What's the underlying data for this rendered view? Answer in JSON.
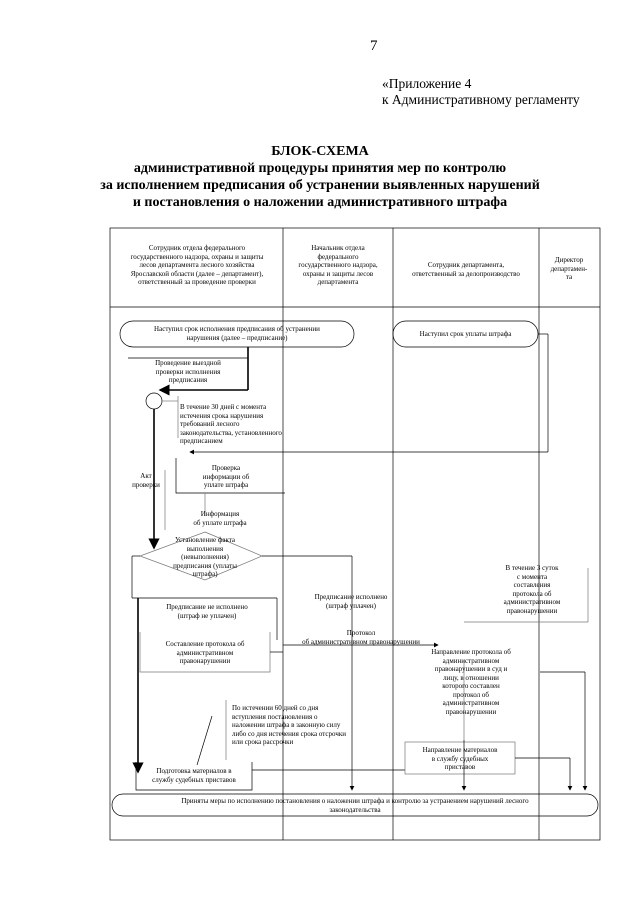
{
  "page_number": "7",
  "appendix": {
    "line1": "«Приложение 4",
    "line2": "к Административному регламенту"
  },
  "title": {
    "line1": "БЛОК-СХЕМА",
    "line2": "административной процедуры принятия мер по контролю",
    "line3": "за исполнением предписания об устранении выявленных нарушений",
    "line4": "и постановления о наложении административного штрафа"
  },
  "lanes": {
    "col1": [
      "Сотрудник отдела федерального",
      "государственного надзора, охраны и защиты",
      "лесов департамента лесного хозяйства",
      "Ярославской области (далее – департамент),",
      "ответственный за проведение проверки"
    ],
    "col2": [
      "Начальник отдела",
      "федерального",
      "государственного надзора,",
      "охраны и защиты лесов",
      "департамента"
    ],
    "col3": [
      "Сотрудник департамента,",
      "ответственный за делопроизводство"
    ],
    "col4": [
      "Директор",
      "департамен-",
      "та"
    ]
  },
  "nodes": {
    "start_deadline": [
      "Наступил срок исполнения предписания об устранении",
      "нарушения (далее – предписание)"
    ],
    "fine_deadline": "Наступил срок уплаты штрафа",
    "conduct_check": [
      "Проведение выездной",
      "проверки исполнения",
      "предписания"
    ],
    "within_30_days": [
      "В течение 30 дней с момента",
      "истечения срока нарушения",
      "требований лесного",
      "законодательства, установленного",
      "предписанием"
    ],
    "act_label": [
      "Акт",
      "проверки"
    ],
    "check_payment": [
      "Проверка",
      "информации об",
      "уплате штрафа"
    ],
    "payment_info": [
      "Информация",
      "об уплате штрафа"
    ],
    "establish_fact": [
      "Установление факта",
      "выполнения",
      "(невыполнения)",
      "предписания (уплаты",
      "штрафа)"
    ],
    "not_fulfilled": [
      "Предписание не исполнено",
      "(штраф не уплачен)"
    ],
    "fulfilled": [
      "Предписание исполнено",
      "(штраф уплачен)"
    ],
    "within_3_days": [
      "В течение 3 суток",
      "с момента",
      "составления",
      "протокола об",
      "административном",
      "правонарушении"
    ],
    "draw_protocol": [
      "Составление протокола об",
      "административном",
      "правонарушении"
    ],
    "protocol_label": [
      "Протокол",
      "об административном правонарушении"
    ],
    "send_protocol": [
      "Направление протокола об",
      "административном",
      "правонарушении в суд и",
      "лицу, в отношении",
      "которого составлен",
      "протокол об",
      "административном",
      "правонарушении"
    ],
    "after_60_days": [
      "По истечении 60 дней со дня",
      "вступления постановления о",
      "наложении штрафа в законную силу",
      "либо со дня истечения срока отсрочки",
      "или срока рассрочки"
    ],
    "prepare_materials": [
      "Подготовка материалов в",
      "службу судебных приставов"
    ],
    "send_materials": [
      "Направление материалов",
      "в службу судебных",
      "приставов"
    ],
    "final": [
      "Приняты меры по исполнению постановления о наложении штрафа и контролю за устранением нарушений лесного",
      "законодательства"
    ]
  }
}
